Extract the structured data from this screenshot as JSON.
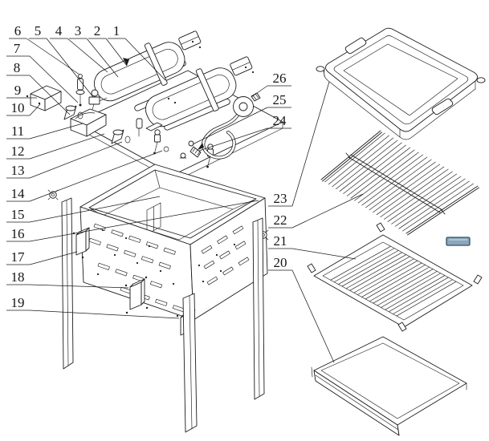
{
  "figure": {
    "type": "exploded-parts-diagram",
    "callouts": [
      {
        "label": "1"
      },
      {
        "label": "2"
      },
      {
        "label": "3"
      },
      {
        "label": "4"
      },
      {
        "label": "5"
      },
      {
        "label": "6"
      },
      {
        "label": "7"
      },
      {
        "label": "8"
      },
      {
        "label": "9"
      },
      {
        "label": "10"
      },
      {
        "label": "11"
      },
      {
        "label": "12"
      },
      {
        "label": "13"
      },
      {
        "label": "14"
      },
      {
        "label": "15"
      },
      {
        "label": "16"
      },
      {
        "label": "17"
      },
      {
        "label": "18"
      },
      {
        "label": "19"
      },
      {
        "label": "20"
      },
      {
        "label": "21"
      },
      {
        "label": "22"
      },
      {
        "label": "23"
      },
      {
        "label": "24"
      },
      {
        "label": "25"
      },
      {
        "label": "26"
      }
    ],
    "colors": {
      "line": "#1c1c1c",
      "background": "#ffffff",
      "highlight_fill": "#8ba6bb",
      "highlight_border": "#2e526b"
    }
  }
}
